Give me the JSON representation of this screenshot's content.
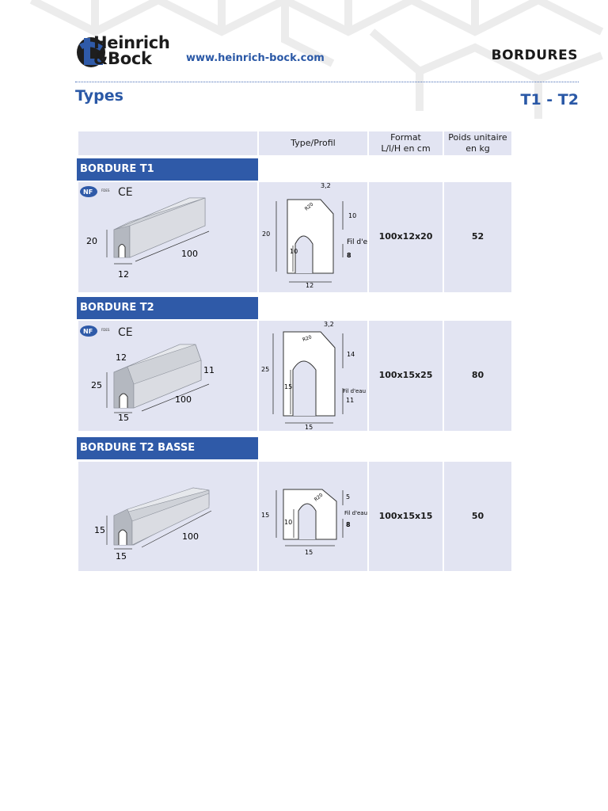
{
  "header": {
    "brand_line1": "Heinrich",
    "brand_line2": "&Bock",
    "website": "www.heinrich-bock.com",
    "category": "BORDURES",
    "section_title": "Types",
    "range": "T1 - T2"
  },
  "colors": {
    "brand_blue": "#2f5aa8",
    "cell_bg": "#e2e4f2",
    "title_blue": "#2a58a6"
  },
  "table": {
    "columns": [
      "Type/Profil",
      "Format\nL/l/H en cm",
      "Poids unitaire\nen kg"
    ],
    "rows": [
      {
        "name": "BORDURE T1",
        "certifications": [
          "NF",
          "CE"
        ],
        "nf_sublabel": "FDES",
        "format": "100x12x20",
        "weight": "52",
        "block_dims": {
          "height": "20",
          "length": "100",
          "width": "12"
        },
        "profile_dims": {
          "top": "3,2",
          "radius": "R20",
          "upper": "10",
          "left": "20",
          "inner": "10",
          "channel": "8",
          "base": "12",
          "note": "Fil d'eau"
        }
      },
      {
        "name": "BORDURE T2",
        "certifications": [
          "NF",
          "CE"
        ],
        "nf_sublabel": "FDES",
        "format": "100x15x25",
        "weight": "80",
        "block_dims": {
          "top": "12",
          "height": "25",
          "right": "11",
          "length": "100",
          "width": "15"
        },
        "profile_dims": {
          "top": "3,2",
          "radius": "R20",
          "upper": "14",
          "left": "25",
          "inner": "15",
          "channel": "11",
          "base": "15",
          "note": "Fil d'eau"
        }
      },
      {
        "name": "BORDURE T2 BASSE",
        "certifications": [],
        "format": "100x15x15",
        "weight": "50",
        "block_dims": {
          "height": "15",
          "length": "100",
          "width": "15"
        },
        "profile_dims": {
          "radius": "R20",
          "upper": "5",
          "left": "15",
          "inner": "10",
          "channel": "8",
          "base": "15",
          "note": "Fil d'eau"
        }
      }
    ]
  }
}
